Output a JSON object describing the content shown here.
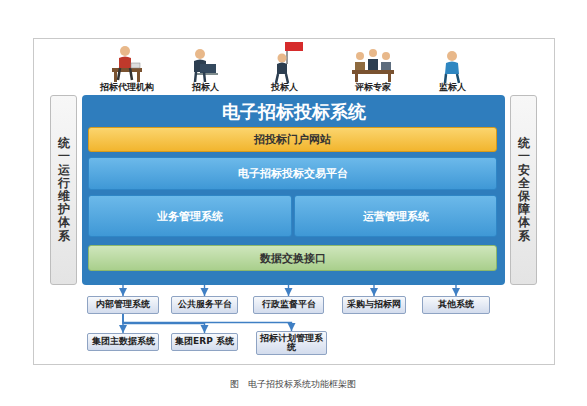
{
  "diagram": {
    "caption": "图　电子招投标系统功能框架图",
    "nodes": [
      {
        "text": [
          "统一运行维护体系"
        ]
      },
      {
        "text": [
          "电子招标投标系统"
        ]
      },
      {
        "text": [
          "招投标门户网站"
        ],
        "in": 1
      },
      {
        "text": [
          "电子招标投标交易平台"
        ],
        "in": 1
      },
      {
        "text": [
          "业务管理系统"
        ],
        "in": 1
      },
      {
        "text": [
          "运营管理系统"
        ],
        "in": 1
      },
      {
        "text": [
          "数据交换接口"
        ],
        "in": 1
      },
      {
        "text": [
          "统一安全保障体系"
        ]
      },
      {
        "text": [
          "内部管理系统"
        ]
      },
      {
        "text": [
          "公共服务平台"
        ]
      },
      {
        "text": [
          "行政监督平台"
        ]
      },
      {
        "text": [
          "采购与招标网"
        ]
      },
      {
        "text": [
          "其他系统"
        ]
      },
      {
        "text": [
          "集团主数据系统"
        ]
      },
      {
        "text": [
          "集团ERP 系统"
        ]
      },
      {
        "text": [
          "招标计划管理系统"
        ]
      }
    ],
    "edges": [
      {
        "from": 6,
        "to": 8,
        "arrow": "to"
      },
      {
        "from": 6,
        "to": 9,
        "arrow": "to"
      },
      {
        "from": 6,
        "to": 10,
        "arrow": "to"
      },
      {
        "from": 6,
        "to": 11,
        "arrow": "to"
      },
      {
        "from": 6,
        "to": 12,
        "arrow": "to"
      },
      {
        "from": 8,
        "to": 13,
        "arrow": "to"
      },
      {
        "from": 8,
        "to": 14,
        "arrow": "to"
      },
      {
        "from": 8,
        "to": 15,
        "arrow": "to"
      }
    ],
    "labels": [
      "招标代理机构",
      "招标人",
      "投标人",
      "评标专家",
      "监标人"
    ]
  }
}
